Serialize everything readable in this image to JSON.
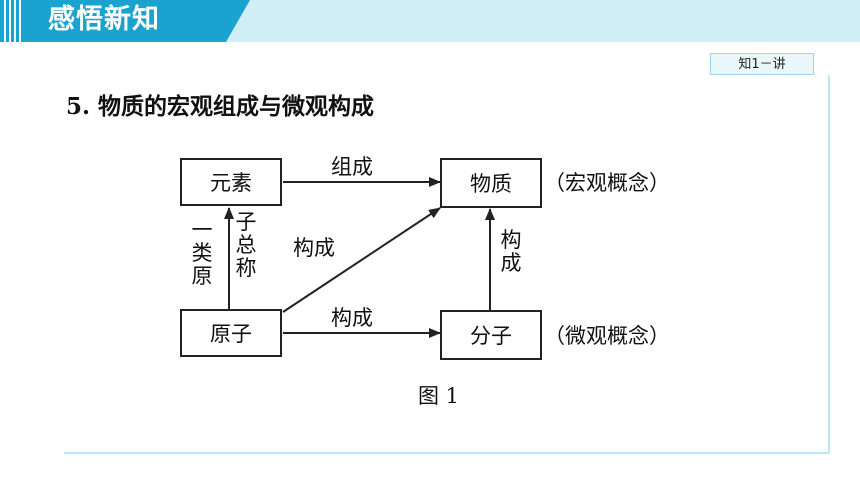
{
  "banner": {
    "title": "感悟新知"
  },
  "lecture_tag": "知1－讲",
  "heading": {
    "number": "5.",
    "text": "物质的宏观组成与微观构成"
  },
  "diagram": {
    "nodes": {
      "element": "元素",
      "substance": "物质",
      "atom": "原子",
      "molecule": "分子"
    },
    "notes": {
      "macro": "（宏观概念）",
      "micro": "（微观概念）"
    },
    "edges": {
      "element_to_substance": "组成",
      "atom_to_substance": "构成",
      "atom_to_molecule": "构成",
      "molecule_to_substance": [
        "构",
        "成"
      ]
    },
    "atom_to_element_label": {
      "left": [
        "一",
        "类",
        "原"
      ],
      "right": [
        "子",
        "总",
        "称"
      ]
    },
    "caption": "图 1"
  }
}
